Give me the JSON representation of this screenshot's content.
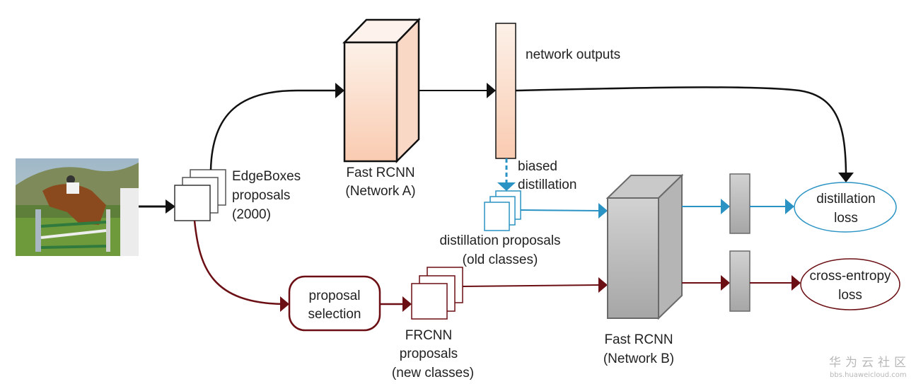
{
  "colors": {
    "black_path": "#111111",
    "distill_path": "#2a93c4",
    "new_class_path": "#6b0f14",
    "network_a_fill_top": "#fdf0e6",
    "network_a_fill_bottom": "#f9cdb4",
    "network_b_fill_top": "#cfcfcf",
    "network_b_fill_bottom": "#a9a9a9"
  },
  "input_image": {
    "description": "horse-and-rider show jumping photo"
  },
  "edgeboxes": {
    "line1": "EdgeBoxes",
    "line2": "proposals",
    "line3": "(2000)"
  },
  "network_a": {
    "line1": "Fast RCNN",
    "line2": "(Network A)"
  },
  "network_outputs": {
    "label": "network outputs"
  },
  "biased_distillation": {
    "line1": "biased",
    "line2": "distillation"
  },
  "distillation_proposals": {
    "line1": "distillation proposals",
    "line2": "(old classes)"
  },
  "proposal_selection": {
    "line1": "proposal",
    "line2": "selection"
  },
  "frcnn_proposals": {
    "line1": "FRCNN",
    "line2": "proposals",
    "line3": "(new classes)"
  },
  "network_b": {
    "line1": "Fast RCNN",
    "line2": "(Network B)"
  },
  "distillation_loss": {
    "line1": "distillation",
    "line2": "loss"
  },
  "cross_entropy_loss": {
    "line1": "cross-entropy",
    "line2": "loss"
  },
  "watermark": {
    "line1": "华为云社区",
    "line2": "bbs.huaweicloud.com"
  }
}
